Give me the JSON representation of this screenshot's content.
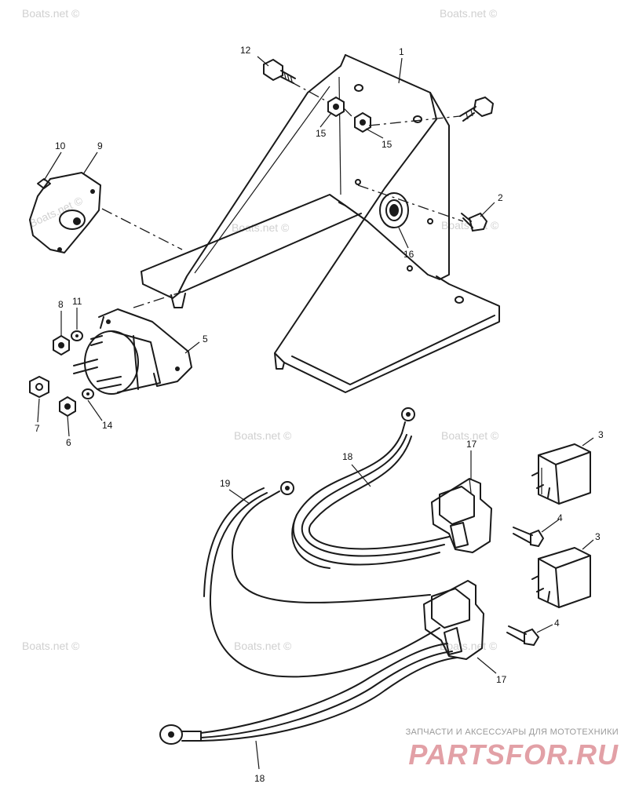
{
  "watermarks": [
    "Boats.net ©",
    "Boats.net ©",
    "Boats.net ©",
    "Boats.net ©",
    "Boats.net ©",
    "Boats.net ©",
    "Boats.net ©",
    "Boats.net ©",
    "Boats.net ©",
    "Boats.net ©"
  ],
  "callouts": {
    "c1": "1",
    "c2": "2",
    "c3a": "3",
    "c3b": "3",
    "c4a": "4",
    "c4b": "4",
    "c5": "5",
    "c6": "6",
    "c7": "7",
    "c8": "8",
    "c9": "9",
    "c10": "10",
    "c11": "11",
    "c12": "12",
    "c14": "14",
    "c15a": "15",
    "c15b": "15",
    "c16": "16",
    "c17a": "17",
    "c17b": "17",
    "c18a": "18",
    "c18b": "18",
    "c19": "19"
  },
  "brand": {
    "tagline": "ЗАПЧАСТИ И АКСЕССУАРЫ ДЛЯ МОТОТЕХНИКИ",
    "logo": "PARTSFOR.RU"
  }
}
